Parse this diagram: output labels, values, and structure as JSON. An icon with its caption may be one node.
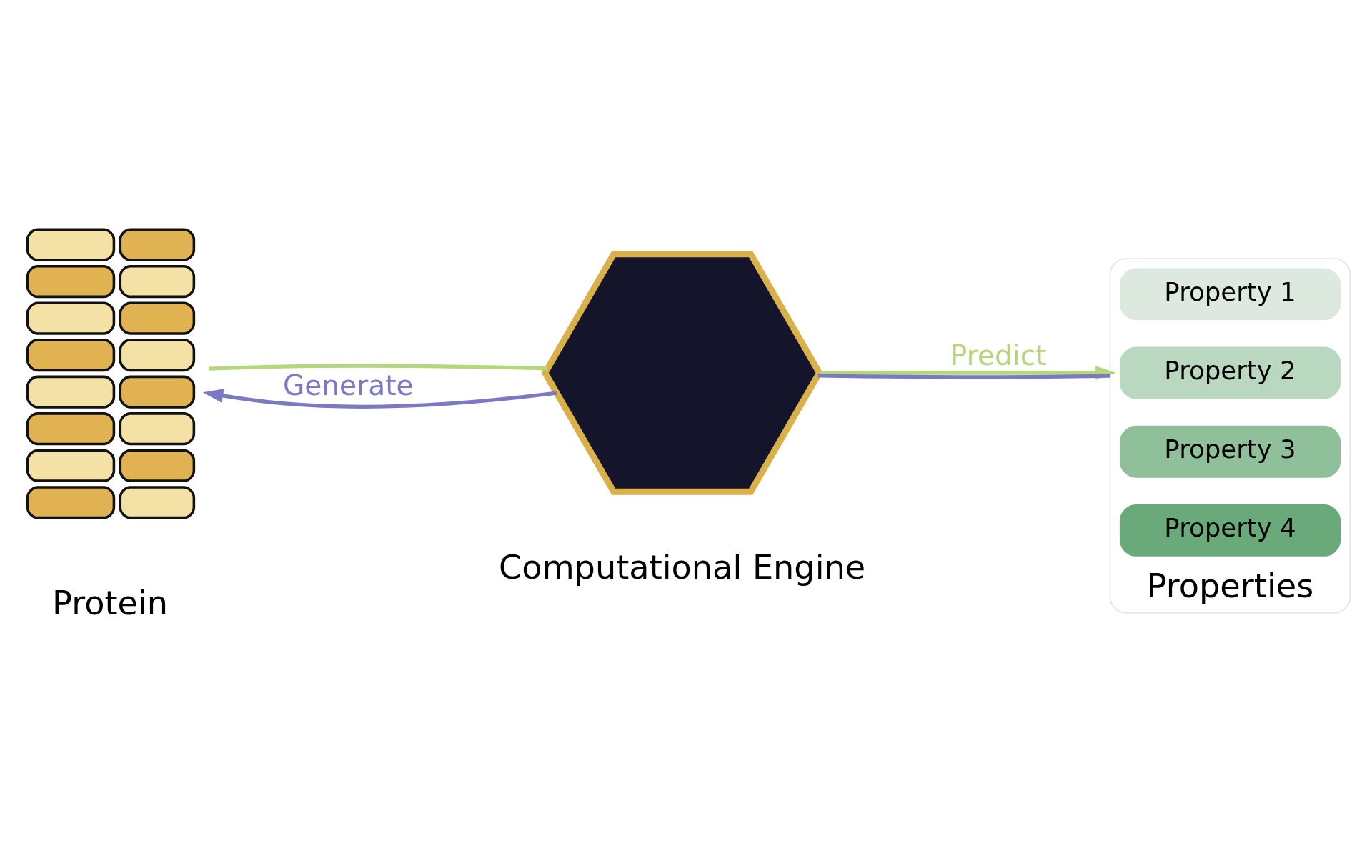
{
  "diagram": {
    "nodes": [
      {
        "text": [],
        "shape": "picture",
        "beside": [
          "Protein"
        ]
      },
      {
        "text": [],
        "shape": "hexagon",
        "beside": [
          "Computational Engine"
        ]
      },
      {
        "text": [
          "Properties"
        ]
      },
      {
        "text": [
          "Property 1"
        ],
        "in": 2
      },
      {
        "text": [
          "Property 2"
        ],
        "in": 2
      },
      {
        "text": [
          "Property 3"
        ],
        "in": 2
      },
      {
        "text": [
          "Property 4"
        ],
        "in": 2
      }
    ],
    "edges": [
      {
        "from": 0,
        "to": 1,
        "arrow": "none",
        "color": "#b5d67a"
      },
      {
        "from": 1,
        "to": 2,
        "arrow": "to",
        "label": "Predict",
        "color": "#b5d67a"
      },
      {
        "from": 2,
        "to": 1,
        "arrow": "none",
        "color": "#7b79c4"
      },
      {
        "from": 1,
        "to": 0,
        "arrow": "to",
        "label": "Generate",
        "color": "#7b79c4"
      }
    ]
  }
}
